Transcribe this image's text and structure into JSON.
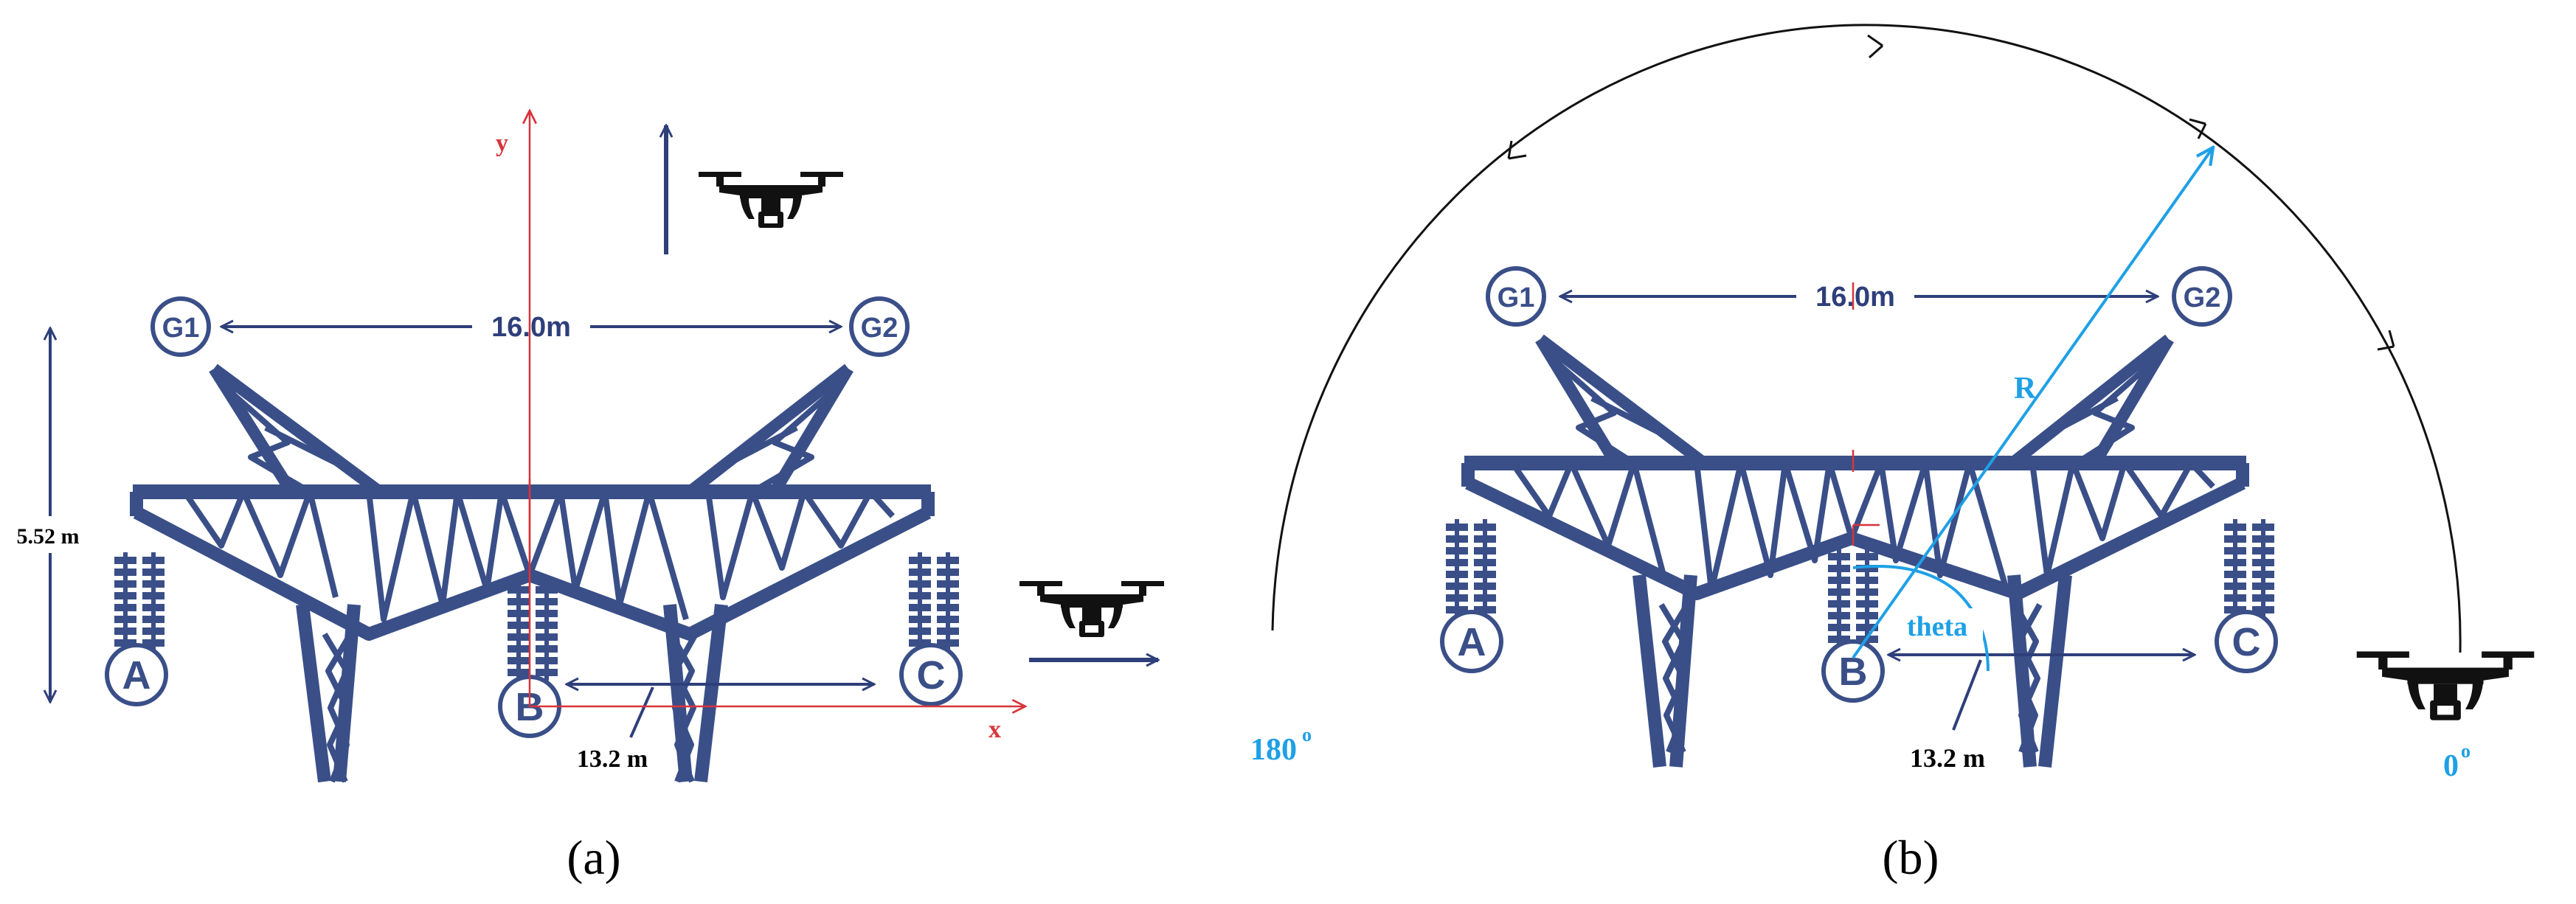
{
  "panel_a": {
    "caption": "(a)",
    "nodes": {
      "g1": "G1",
      "g2": "G2",
      "a": "A",
      "b": "B",
      "c": "C"
    },
    "span_label": "16.0m",
    "height_label": "5.52 m",
    "phase_spacing_label": "13.2 m",
    "axis_x_label": "x",
    "axis_y_label": "y"
  },
  "panel_b": {
    "caption": "(b)",
    "nodes": {
      "g1": "G1",
      "g2": "G2",
      "a": "A",
      "b": "B",
      "c": "C"
    },
    "span_label": "16.0m",
    "phase_spacing_label": "13.2 m",
    "radius_label": "R",
    "angle_label": "theta",
    "angle_start_label": "0",
    "angle_end_label": "180",
    "degree_mark": "o"
  },
  "colors": {
    "tower": "#3a4f88",
    "axis": "#d8343a",
    "accent": "#1ea0e6",
    "path": "#111111"
  },
  "icons": [
    "drone-icon",
    "insulator-icon",
    "arrow-icon"
  ]
}
